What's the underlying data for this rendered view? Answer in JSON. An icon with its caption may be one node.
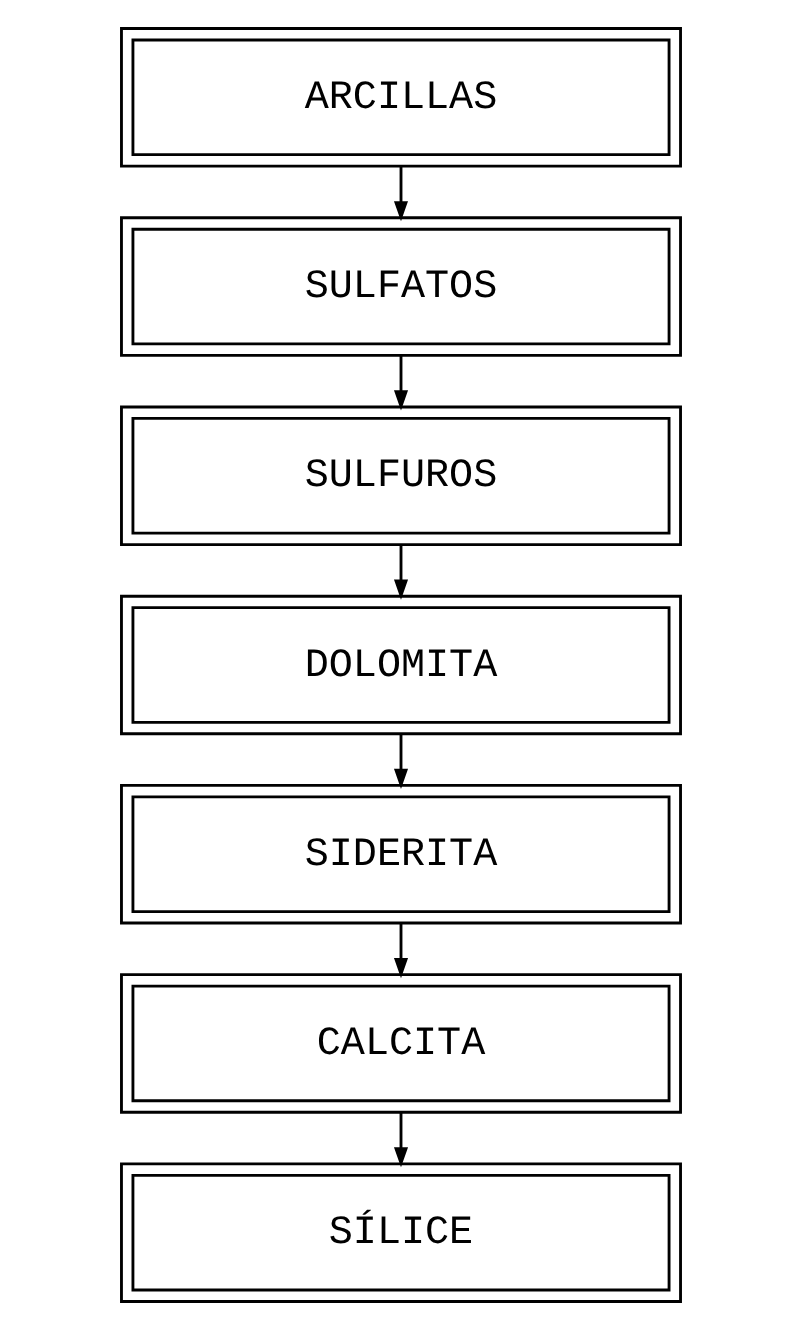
{
  "diagram": {
    "nodes": [
      {
        "text": [
          "ARCILLAS"
        ]
      },
      {
        "text": [
          "SULFATOS"
        ]
      },
      {
        "text": [
          "SULFUROS"
        ]
      },
      {
        "text": [
          "DOLOMITA"
        ]
      },
      {
        "text": [
          "SIDERITA"
        ]
      },
      {
        "text": [
          "CALCITA"
        ]
      },
      {
        "text": [
          "SÍLICE"
        ]
      }
    ],
    "edges": [
      {
        "from": 0,
        "to": 1,
        "arrow": "to"
      },
      {
        "from": 1,
        "to": 2,
        "arrow": "to"
      },
      {
        "from": 2,
        "to": 3,
        "arrow": "to"
      },
      {
        "from": 3,
        "to": 4,
        "arrow": "to"
      },
      {
        "from": 4,
        "to": 5,
        "arrow": "to"
      },
      {
        "from": 5,
        "to": 6,
        "arrow": "to"
      }
    ]
  }
}
